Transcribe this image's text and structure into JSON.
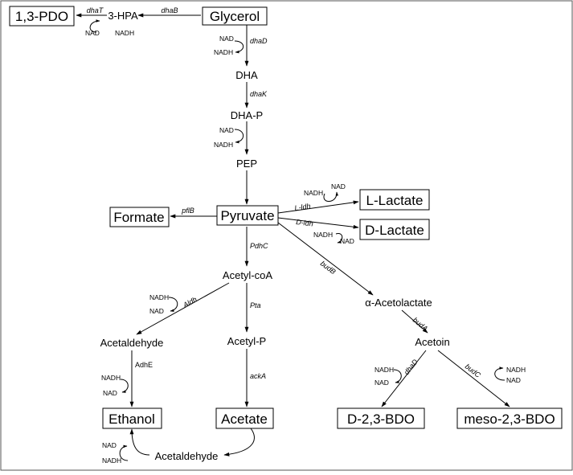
{
  "metabolites": {
    "glycerol": "Glycerol",
    "hpa": "3-HPA",
    "pdo": "1,3-PDO",
    "dha": "DHA",
    "dhap": "DHA-P",
    "pep": "PEP",
    "pyruvate": "Pyruvate",
    "formate": "Formate",
    "l_lactate": "L-Lactate",
    "d_lactate": "D-Lactate",
    "acetyl_coa": "Acetyl-coA",
    "acetolactate": "α-Acetolactate",
    "acetaldehyde_left": "Acetaldehyde",
    "acetyl_p": "Acetyl-P",
    "acetoin": "Acetoin",
    "ethanol": "Ethanol",
    "acetate": "Acetate",
    "d_bdo": "D-2,3-BDO",
    "meso_bdo": "meso-2,3-BDO",
    "acetaldehyde_bottom": "Acetaldehyde"
  },
  "enzymes": {
    "dhaB": "dhaB",
    "dhaT": "dhaT",
    "dhaD_top": "dhaD",
    "dhaK": "dhaK",
    "pflB": "pflB",
    "l_ldh": "L-ldh",
    "d_ldh": "D-ldh",
    "pdhC": "PdhC",
    "budB": "budB",
    "aldh": "Aldh",
    "pta": "Pta",
    "budA": "budA",
    "adhE": "AdhE",
    "ackA": "ackA",
    "dhaD_bottom": "dhaD",
    "budC": "budC"
  },
  "cofactors": {
    "dhaT_nad": "NAD",
    "dhaT_nadh": "NADH",
    "dhaD_nad": "NAD",
    "dhaD_nadh": "NADH",
    "dhap_nad": "NAD",
    "dhap_nadh": "NADH",
    "lldh_nadh": "NADH",
    "lldh_nad": "NAD",
    "dldh_nadh": "NADH",
    "dldh_nad": "NAD",
    "aldh_nadh": "NADH",
    "aldh_nad": "NAD",
    "adhe_nadh": "NADH",
    "adhe_nad": "NAD",
    "dbdo_nadh": "NADH",
    "dbdo_nad": "NAD",
    "meso_nadh": "NADH",
    "meso_nad": "NAD",
    "bottom_nad": "NAD",
    "bottom_nadh": "NADH"
  }
}
